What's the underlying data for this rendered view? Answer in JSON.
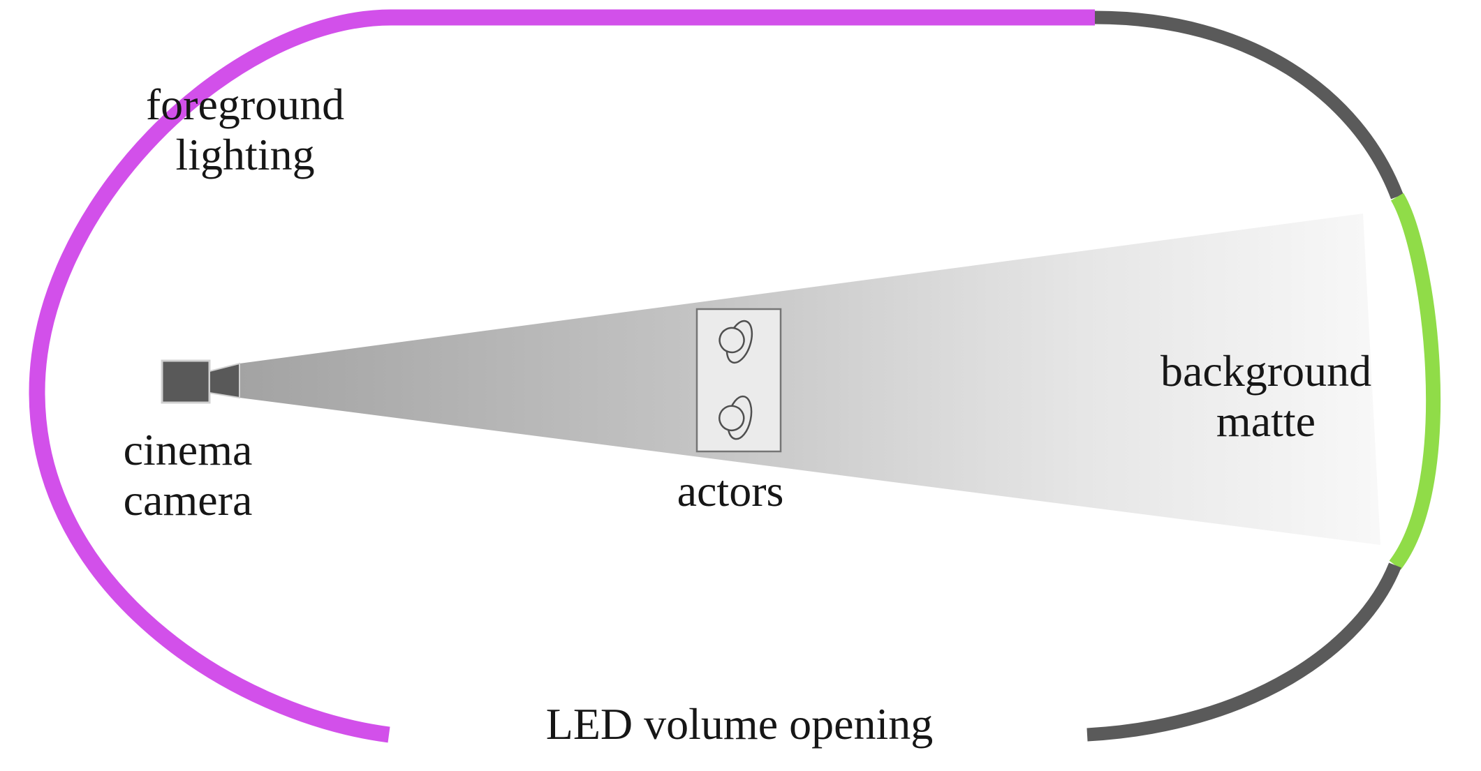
{
  "labels": {
    "foreground_lighting": {
      "line1": "foreground",
      "line2": "lighting"
    },
    "cinema_camera": {
      "line1": "cinema",
      "line2": "camera"
    },
    "actors": {
      "text": "actors"
    },
    "background_matte": {
      "line1": "background",
      "line2": "matte"
    },
    "led_volume_opening": {
      "text": "LED volume opening"
    }
  },
  "icons": {
    "cinema_camera": "video-camera-top-view",
    "actor": "person-top-view"
  },
  "colors": {
    "background": "#ffffff",
    "text": "#161616",
    "foreground_lighting_arc": "#d250ea",
    "led_wall_arc": "#5a5a5a",
    "background_matte_arc": "#90dc48",
    "camera_fill": "#595959",
    "camera_outline": "#d0d0d0",
    "frustum_near": "#a3a3a3",
    "frustum_mid1": "#c2c2c2",
    "frustum_mid2": "#e6e6e6",
    "frustum_far": "#f8f8f8",
    "panel_fill": "#ebebeb",
    "panel_stroke": "#757575",
    "actor_fill": "#ebebeb",
    "actor_stroke": "#4f4f4f"
  }
}
